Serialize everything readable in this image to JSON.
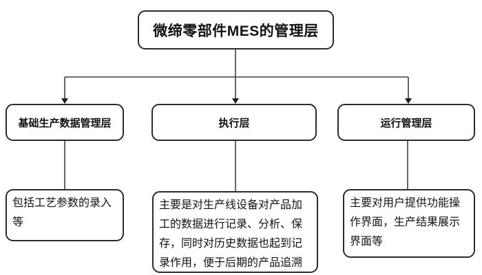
{
  "diagram": {
    "root": {
      "label": "微缔零部件MES的管理层"
    },
    "branches": [
      {
        "label": "基础生产数据管理层",
        "description": "包括工艺参数的录入等"
      },
      {
        "label": "执行层",
        "description": "主要是对生产线设备对产品加工的数据进行记录、分析、保存，同时对历史数据也起到记录作用，便于后期的产品追溯"
      },
      {
        "label": "运行管理层",
        "description": "主要对用户提供功能操作界面，生产结果展示界面等"
      }
    ],
    "colors": {
      "background": "#ffffff",
      "box_border": "#2a2a2a",
      "line": "#3f3f3f",
      "arrow": "#1c1c1c",
      "text": "#111111"
    }
  }
}
